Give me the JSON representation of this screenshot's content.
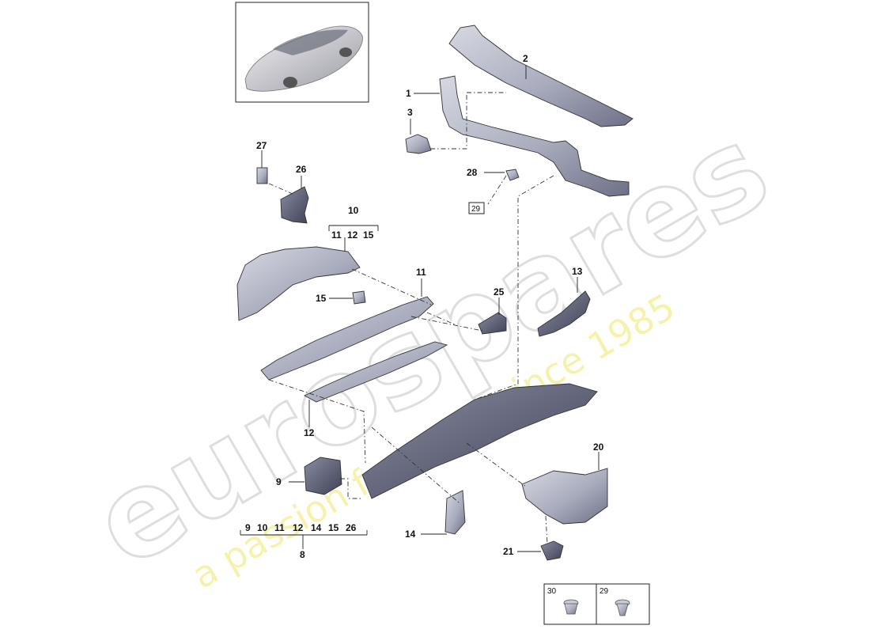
{
  "watermark": {
    "brand": "eurospares",
    "tagline": "a passion for parts since 1985"
  },
  "callouts": {
    "c1": "1",
    "c2": "2",
    "c3": "3",
    "c8": "8",
    "c9": "9",
    "c10": "10",
    "c11": "11",
    "c12": "12",
    "c13": "13",
    "c14": "14",
    "c15": "15",
    "c20": "20",
    "c21": "21",
    "c25": "25",
    "c26": "26",
    "c27": "27",
    "c28": "28"
  },
  "boxed": {
    "b29": "29"
  },
  "groups": {
    "g10_items": [
      "11",
      "12",
      "15"
    ],
    "g8_items": [
      "9",
      "10",
      "11",
      "12",
      "14",
      "15",
      "26"
    ]
  },
  "legend": {
    "cell_a": "30",
    "cell_b": "29"
  },
  "colors": {
    "part_fill": "#b9bcc8",
    "part_dark": "#5b5e73",
    "watermark_grey": "#d9d9d9",
    "watermark_yellow": "#f3ef9a"
  }
}
